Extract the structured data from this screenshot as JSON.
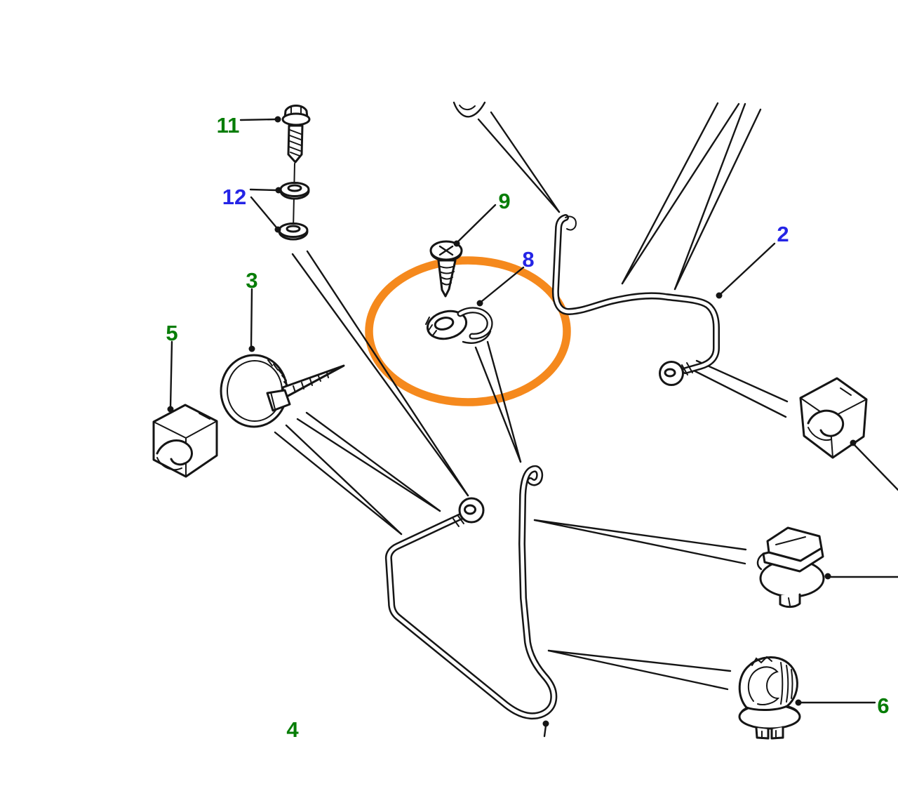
{
  "diagram": {
    "background_color": "#ffffff",
    "line_color": "#151515",
    "highlight_color": "#F5891D"
  },
  "callouts": [
    {
      "id": "part-11",
      "label": "11",
      "color": "#077d07"
    },
    {
      "id": "part-12",
      "label": "12",
      "color": "#2525e6"
    },
    {
      "id": "part-3",
      "label": "3",
      "color": "#077d07"
    },
    {
      "id": "part-5",
      "label": "5",
      "color": "#077d07"
    },
    {
      "id": "part-9",
      "label": "9",
      "color": "#077d07"
    },
    {
      "id": "part-8",
      "label": "8",
      "color": "#2525e6"
    },
    {
      "id": "part-2",
      "label": "2",
      "color": "#2525e6"
    },
    {
      "id": "part-4",
      "label": "4",
      "color": "#077d07"
    },
    {
      "id": "part-6",
      "label": "6",
      "color": "#077d07"
    }
  ]
}
